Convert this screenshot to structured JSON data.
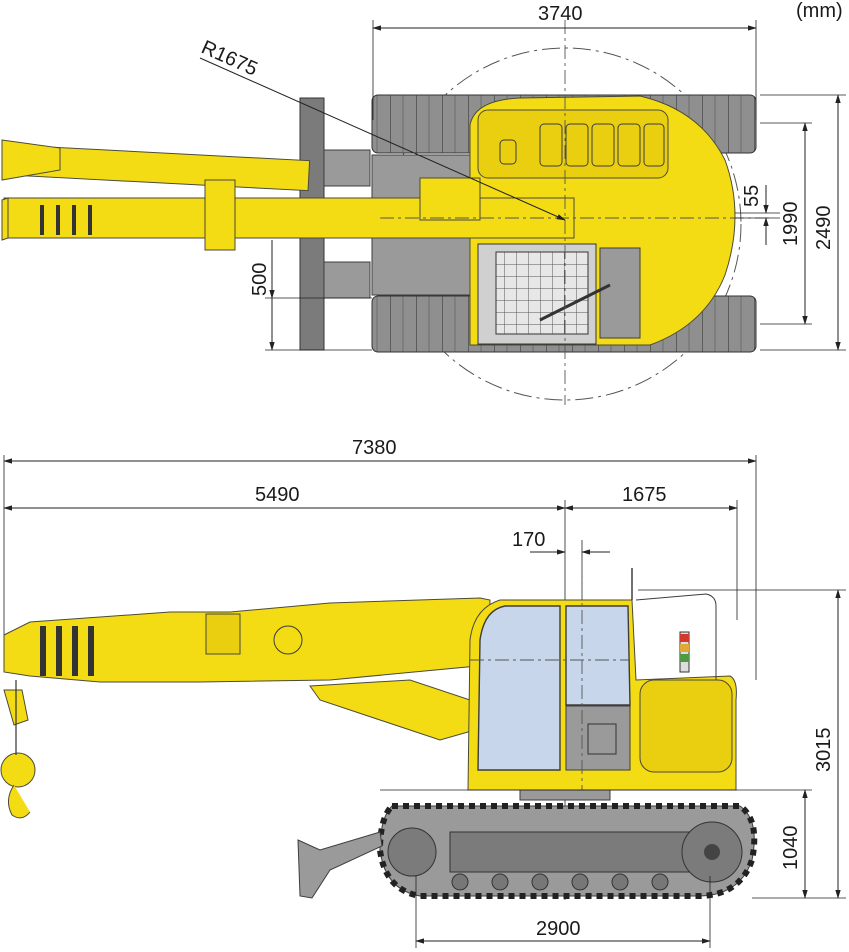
{
  "unit_label": "(mm)",
  "top_view": {
    "overall_width": "3740",
    "tail_radius": "R1675",
    "offset_55": "55",
    "track_gauge": "1990",
    "overall_track_width": "2490",
    "blade_dim": "500"
  },
  "side_view": {
    "overall_length": "7380",
    "front_to_center": "5490",
    "center_to_rear": "1675",
    "offset_170": "170",
    "overall_height": "3015",
    "track_height": "1040",
    "tumbler_distance": "2900"
  },
  "colors": {
    "body_yellow": "#f4dc14",
    "track_grey": "#9a9a9a",
    "glass_blue": "#c8d6ec"
  }
}
